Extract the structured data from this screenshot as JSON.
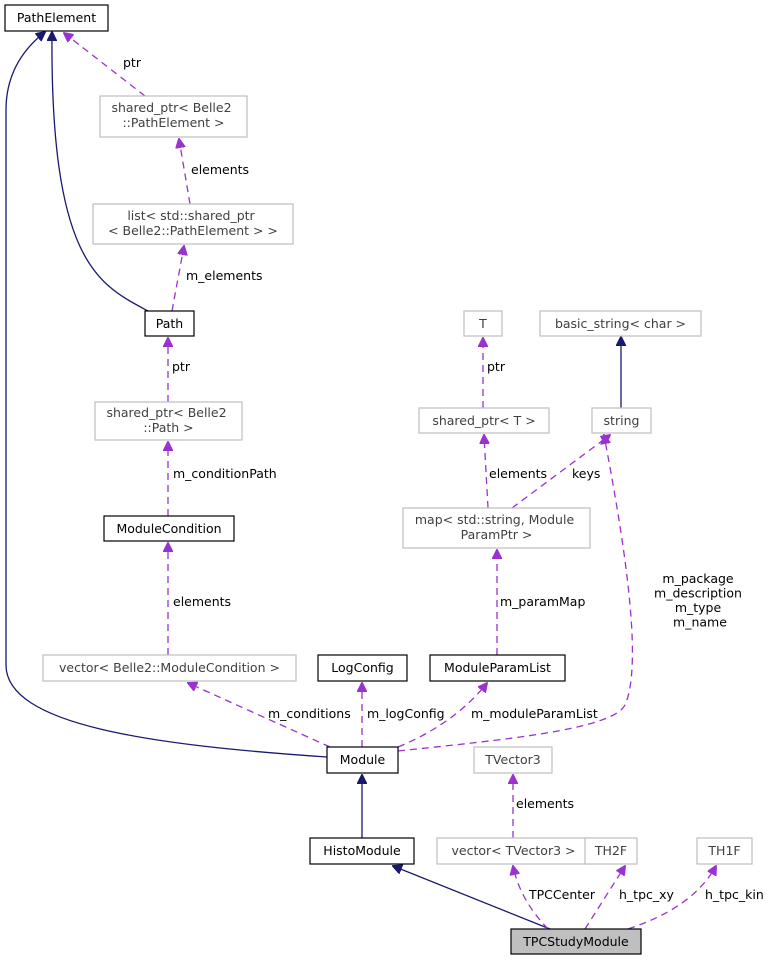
{
  "nodes": {
    "path_element": "PathElement",
    "shared_ptr_path_element": [
      "shared_ptr< Belle2",
      "::PathElement >"
    ],
    "list_shared_ptr": [
      "list< std::shared_ptr",
      "< Belle2::PathElement > >"
    ],
    "path": "Path",
    "shared_ptr_path": [
      "shared_ptr< Belle2",
      "::Path >"
    ],
    "module_condition": "ModuleCondition",
    "vector_module_condition": "vector< Belle2::ModuleCondition >",
    "log_config": "LogConfig",
    "module_param_list": "ModuleParamList",
    "module": "Module",
    "tvector3": "TVector3",
    "histo_module": "HistoModule",
    "vector_tvector3": "vector< TVector3 >",
    "th2f": "TH2F",
    "th1f": "TH1F",
    "tpc_study_module": "TPCStudyModule",
    "t": "T",
    "basic_string": "basic_string< char >",
    "shared_ptr_t": "shared_ptr< T >",
    "string": "string",
    "map": [
      "map< std::string, Module",
      "ParamPtr >"
    ]
  },
  "edge_labels": {
    "ptr_path_element": "ptr",
    "elements_list": "elements",
    "m_elements": "m_elements",
    "ptr_path": "ptr",
    "m_condition_path": "m_conditionPath",
    "elements_conditions": "elements",
    "m_conditions": "m_conditions",
    "m_log_config": "m_logConfig",
    "m_module_param_list": "m_moduleParamList",
    "string_members": [
      "m_package",
      "m_description",
      "m_type",
      "m_name"
    ],
    "ptr_t": "ptr",
    "elements_map": "elements",
    "keys": "keys",
    "m_param_map": "m_paramMap",
    "elements_tvector3": "elements",
    "tpc_center": "TPCCenter",
    "h_tpc_xy": "h_tpc_xy",
    "h_tpc_kin": "h_tpc_kin"
  },
  "colors": {
    "inheritance": "#191970",
    "usage": "#9a32cd",
    "selected_fill": "#bfbfbf"
  }
}
